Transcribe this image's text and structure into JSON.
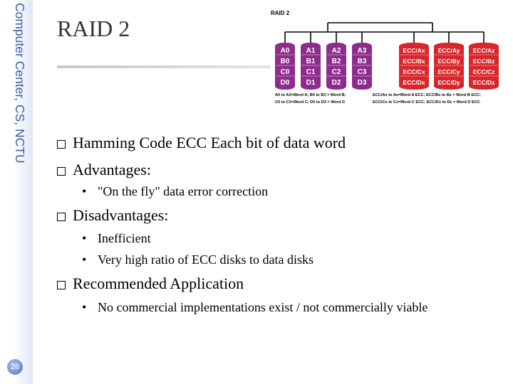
{
  "sidebar": {
    "text": "Computer Center, CS, NCTU",
    "page_number": "26"
  },
  "slide": {
    "title": "RAID 2"
  },
  "diagram": {
    "label": "RAID 2",
    "data_disks": [
      [
        "A0",
        "B0",
        "C0",
        "D0"
      ],
      [
        "A1",
        "B1",
        "C1",
        "D1"
      ],
      [
        "A2",
        "B2",
        "C2",
        "D2"
      ],
      [
        "A3",
        "B3",
        "C3",
        "D3"
      ]
    ],
    "ecc_disks": [
      [
        "ECC/Ax",
        "ECC/Bx",
        "ECC/Cx",
        "ECC/Dx"
      ],
      [
        "ECC/Ay",
        "ECC/By",
        "ECC/Cy",
        "ECC/Dy"
      ],
      [
        "ECC/Az",
        "ECC/Bz",
        "ECC/Cz",
        "ECC/Dz"
      ]
    ],
    "caption_left_1": "A0 to A3=Word A; B0 to B3 = Word B;",
    "caption_left_2": "C0 to C3=Word C; D0 to D3 = Word D",
    "caption_right_1": "ECC/Ax to Az=Word A ECC; ECC/Bx to Bz = Word B ECC;",
    "caption_right_2": "ECC/Cx to Cz=Word C ECC; ECC/Dx to Dz = Word D ECC",
    "colors": {
      "data_disk": "#8d2c8d",
      "ecc_disk": "#d8262b",
      "line": "#000000"
    }
  },
  "bullets": {
    "b1": "Hamming Code ECC Each bit of data word",
    "b2": "Advantages:",
    "b2_1": "\"On the fly\" data error correction",
    "b3": "Disadvantages:",
    "b3_1": "Inefficient",
    "b3_2": "Very high ratio of ECC disks to data disks",
    "b4": "Recommended Application",
    "b4_1": "No commercial implementations exist / not commercially viable"
  }
}
